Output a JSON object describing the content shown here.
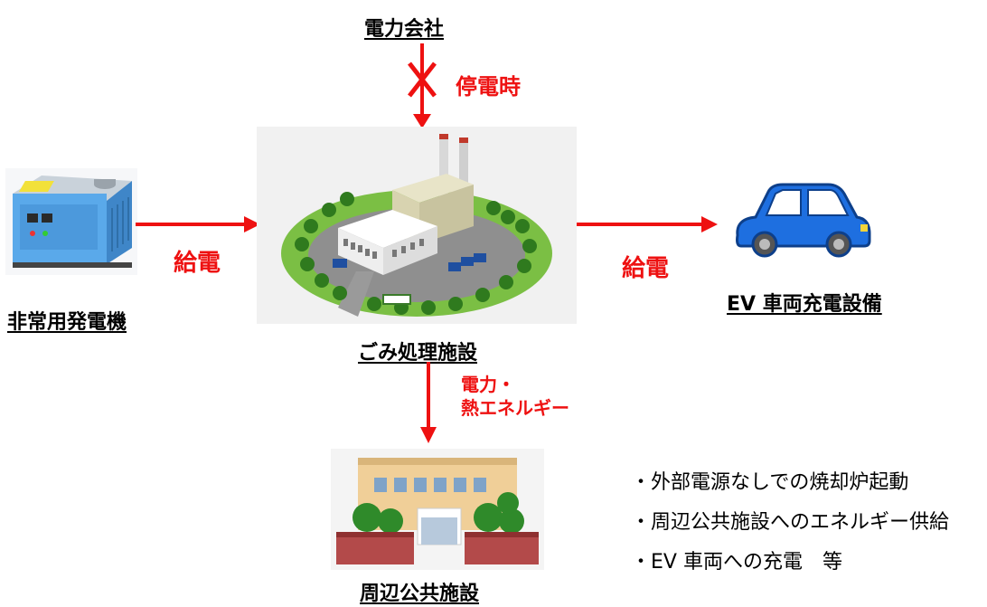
{
  "nodes": {
    "power_company": "電力会社",
    "generator": "非常用発電機",
    "facility": "ごみ処理施設",
    "ev": "EV 車両充電設備",
    "public": "周辺公共施設"
  },
  "arrows": {
    "blackout": "停電時",
    "supply_left": "給電",
    "supply_right": "給電",
    "energy_line1": "電力・",
    "energy_line2": "熱エネルギー"
  },
  "notes": [
    "・外部電源なしでの焼却炉起動",
    "・周辺公共施設へのエネルギー供給",
    "・EV 車両への充電　等"
  ],
  "colors": {
    "arrow": "#ee1111",
    "car": "#1e6fe0",
    "building_roof": "#e8e4c8",
    "ground": "#7bbf44"
  },
  "icons": [
    "generator-icon",
    "incinerator-facility-icon",
    "ev-car-icon",
    "public-building-icon",
    "cross-icon"
  ]
}
